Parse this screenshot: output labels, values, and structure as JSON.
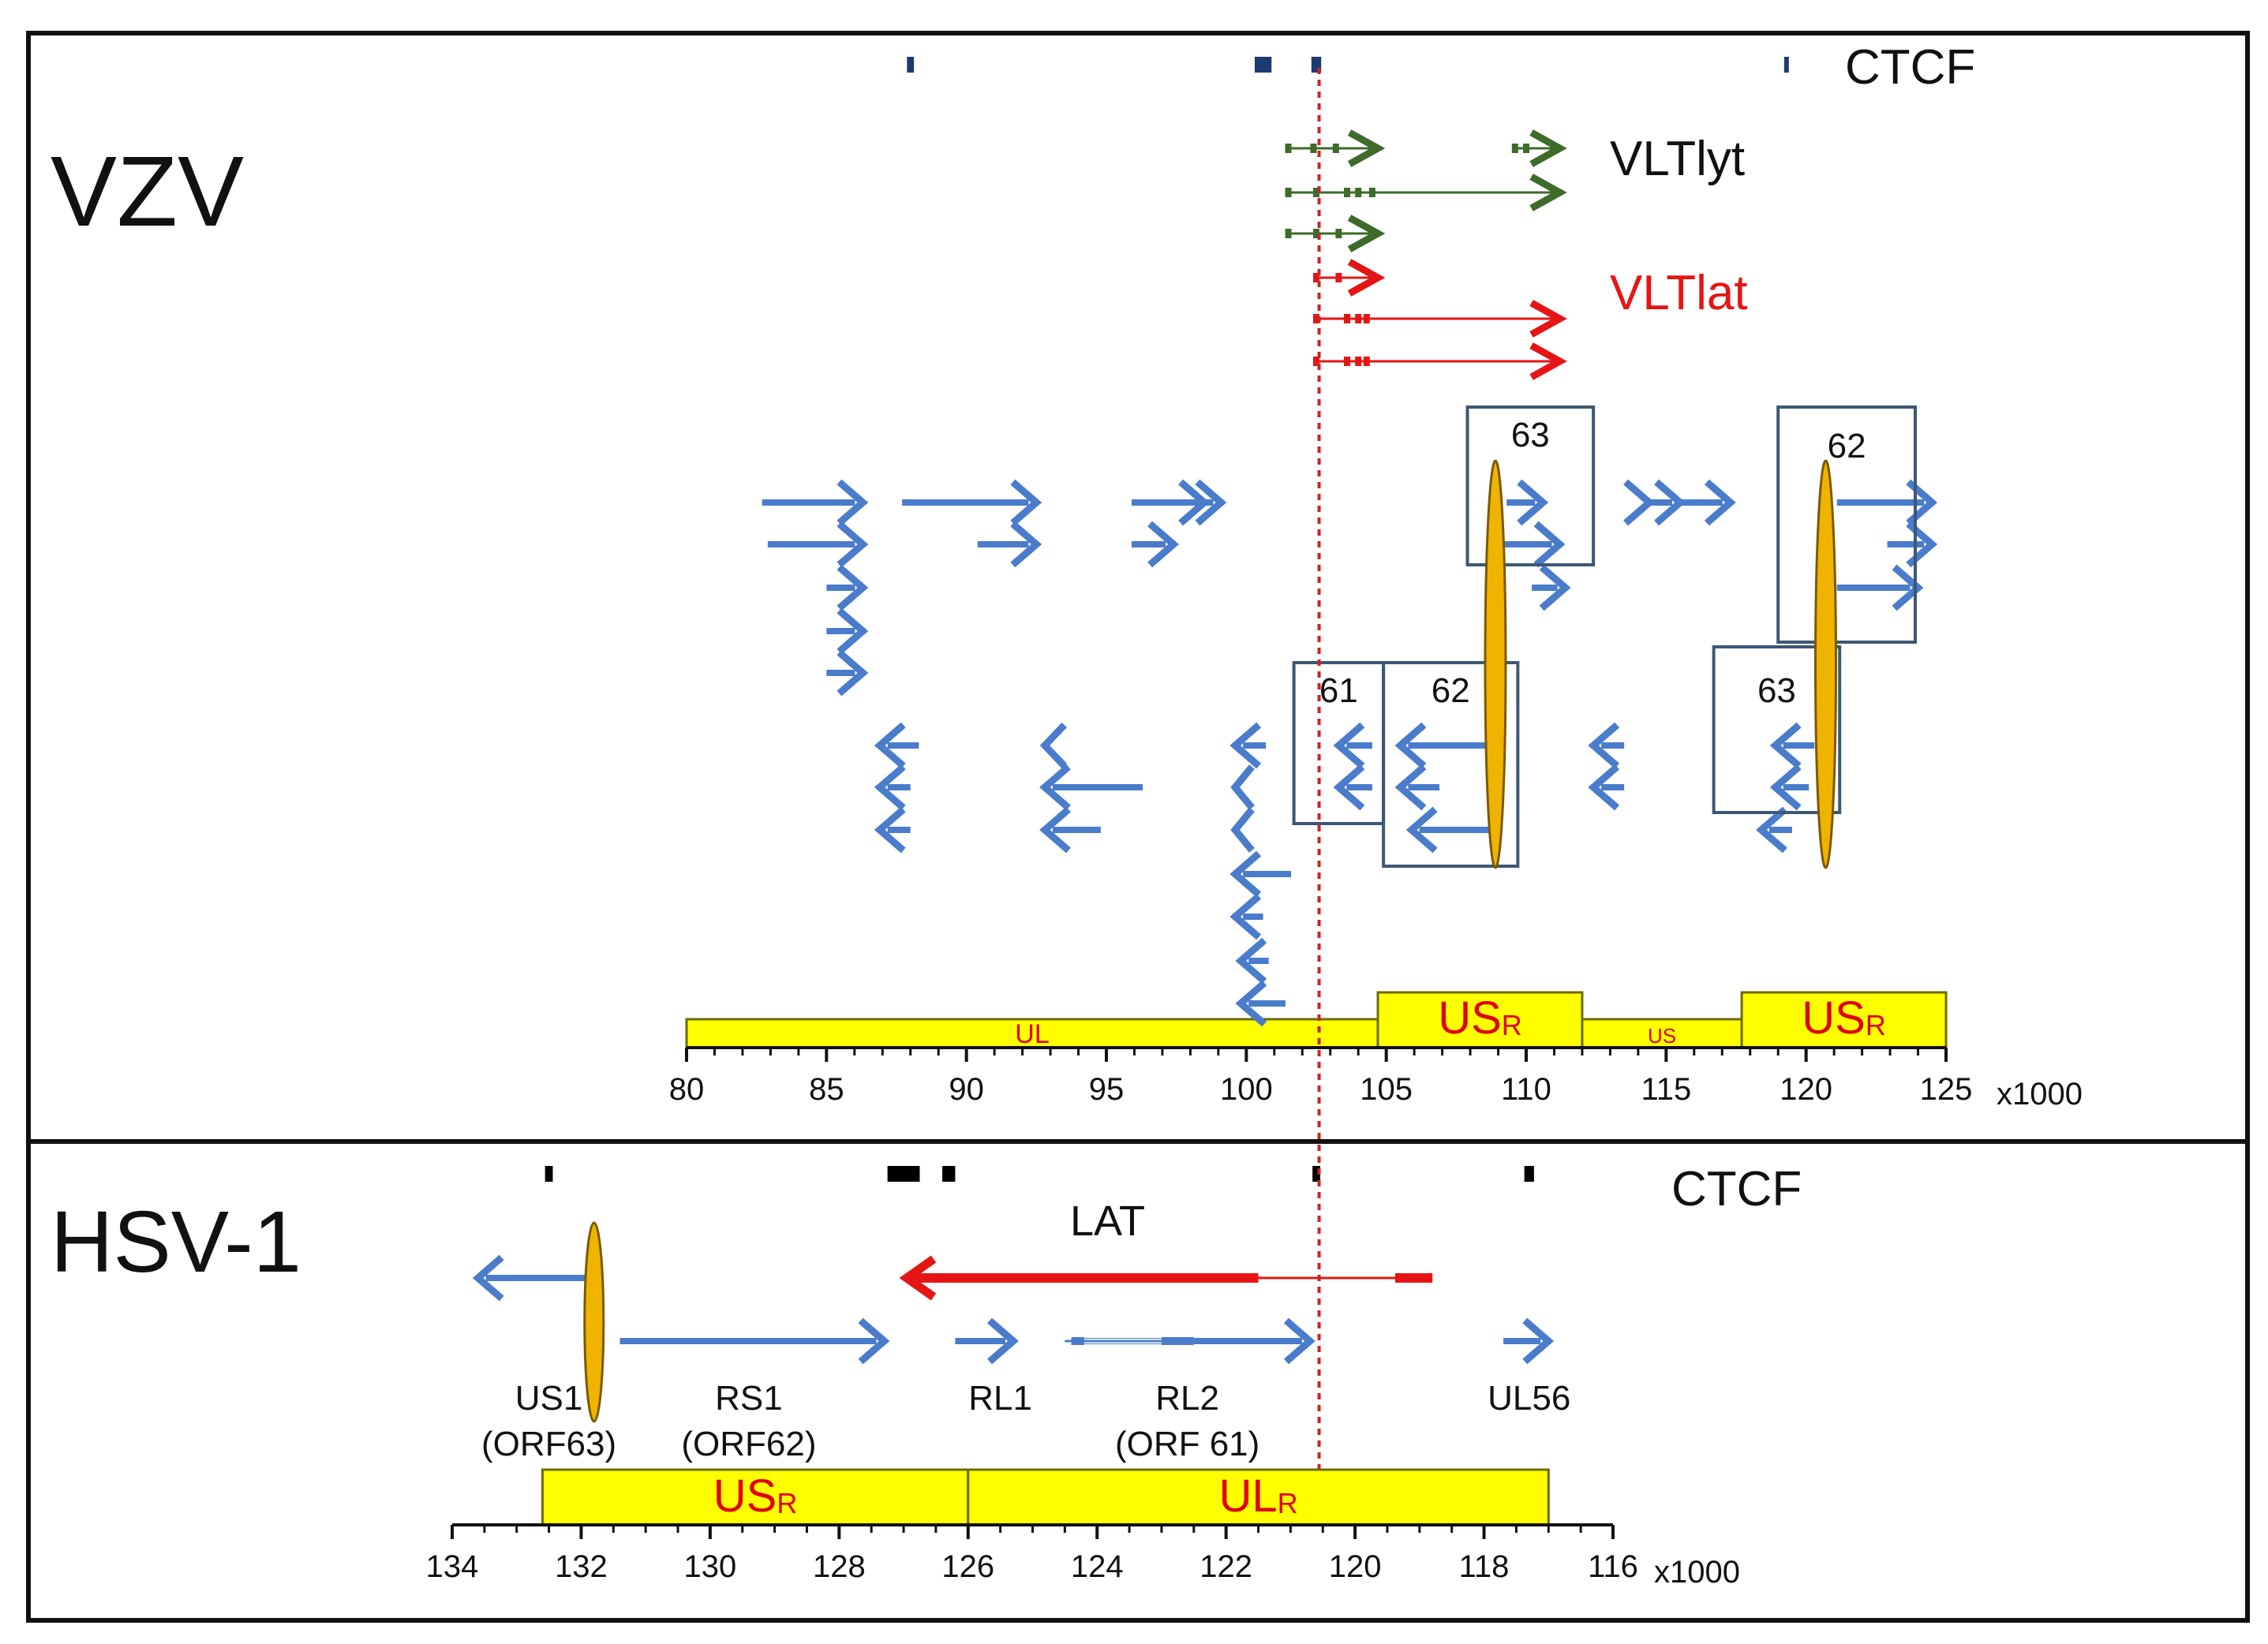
{
  "colors": {
    "frame": "#111111",
    "ctcf_vzv": "#1f3a73",
    "ctcf_hsv": "#000000",
    "lytic": "#3e6b2a",
    "latent": "#e51515",
    "gene": "#4a7ccb",
    "box": "#3d5775",
    "region_fill": "#ffff00",
    "region_stroke": "#6b6b00",
    "region_label": "#e00000",
    "oval_fill": "#f0b400",
    "oval_stroke": "#7a5a00",
    "divider": "#cc2222"
  },
  "vzv": {
    "title": "VZV",
    "ctcf_label": "CTCF",
    "ctcf_sites": [
      88.0,
      100.6,
      102.5,
      119.3
    ],
    "ctcf_widths": [
      0.25,
      0.6,
      0.35,
      0.12
    ],
    "vlt_lyt_label": "VLTlyt",
    "vlt_lat_label": "VLTlat",
    "vlt_lyt_transcripts": [
      {
        "start": 101.5,
        "end": 104.7,
        "exons": [
          101.5,
          102.4,
          103.2
        ]
      },
      {
        "start": 101.5,
        "end": 111.2,
        "exons": [
          101.5,
          102.5,
          103.6,
          104.0,
          104.5
        ]
      },
      {
        "start": 101.5,
        "end": 104.7,
        "exons": [
          101.5,
          102.5,
          103.3
        ]
      },
      {
        "start": 109.6,
        "end": 111.2,
        "exons": [
          109.6,
          110.0
        ]
      }
    ],
    "vlt_lat_transcripts": [
      {
        "start": 102.4,
        "end": 104.7,
        "exons": [
          102.5,
          103.3
        ]
      },
      {
        "start": 102.4,
        "end": 111.2,
        "exons": [
          102.5,
          103.6,
          104.0,
          104.3
        ]
      },
      {
        "start": 102.4,
        "end": 111.2,
        "exons": [
          102.5,
          103.6,
          104.0,
          104.3
        ]
      }
    ],
    "genes_forward": [
      {
        "start": 82.7,
        "end": 86.3,
        "row": 0
      },
      {
        "start": 82.9,
        "end": 86.3,
        "row": 1
      },
      {
        "start": 85.0,
        "end": 86.3,
        "row": 2
      },
      {
        "start": 85.0,
        "end": 86.3,
        "row": 3
      },
      {
        "start": 85.0,
        "end": 86.3,
        "row": 4
      },
      {
        "start": 87.7,
        "end": 92.5,
        "row": 0
      },
      {
        "start": 90.4,
        "end": 92.5,
        "row": 1
      },
      {
        "start": 95.9,
        "end": 98.5,
        "row": 0
      },
      {
        "start": 97.5,
        "end": 99.1,
        "row": 0
      },
      {
        "start": 95.9,
        "end": 97.4,
        "row": 1
      },
      {
        "start": 109.3,
        "end": 110.6,
        "row": 0
      },
      {
        "start": 109.0,
        "end": 111.2,
        "row": 1
      },
      {
        "start": 110.2,
        "end": 111.4,
        "row": 2
      },
      {
        "start": 113.5,
        "end": 114.4,
        "row": 0
      },
      {
        "start": 114.4,
        "end": 115.5,
        "row": 0
      },
      {
        "start": 115.5,
        "end": 117.3,
        "row": 0
      },
      {
        "start": 121.1,
        "end": 124.5,
        "row": 0
      },
      {
        "start": 122.9,
        "end": 124.5,
        "row": 1
      },
      {
        "start": 121.1,
        "end": 124.0,
        "row": 2
      }
    ],
    "genes_reverse": [
      {
        "start": 88.3,
        "end": 86.9,
        "row": 0
      },
      {
        "start": 88.0,
        "end": 86.9,
        "row": 1
      },
      {
        "start": 88.0,
        "end": 86.9,
        "row": 2
      },
      {
        "start": 93.5,
        "end": 92.8,
        "row": 0
      },
      {
        "start": 96.3,
        "end": 92.8,
        "row": 1
      },
      {
        "start": 94.8,
        "end": 92.8,
        "row": 2
      },
      {
        "start": 100.7,
        "end": 99.6,
        "row": 0
      },
      {
        "start": 100.2,
        "end": 99.6,
        "row": 1
      },
      {
        "start": 100.2,
        "end": 99.6,
        "row": 2
      },
      {
        "start": 101.6,
        "end": 99.6,
        "row": 3
      },
      {
        "start": 100.6,
        "end": 99.6,
        "row": 4
      },
      {
        "start": 100.8,
        "end": 99.8,
        "row": 5
      },
      {
        "start": 101.4,
        "end": 99.8,
        "row": 6
      },
      {
        "start": 104.5,
        "end": 103.3,
        "row": 0
      },
      {
        "start": 104.5,
        "end": 103.3,
        "row": 1
      },
      {
        "start": 109.0,
        "end": 105.5,
        "row": 0
      },
      {
        "start": 106.9,
        "end": 105.5,
        "row": 1
      },
      {
        "start": 109.0,
        "end": 105.9,
        "row": 2
      },
      {
        "start": 113.5,
        "end": 112.4,
        "row": 0
      },
      {
        "start": 113.5,
        "end": 112.4,
        "row": 1
      },
      {
        "start": 120.3,
        "end": 118.9,
        "row": 0
      },
      {
        "start": 120.1,
        "end": 118.9,
        "row": 1
      },
      {
        "start": 119.5,
        "end": 118.4,
        "row": 2
      }
    ],
    "boxes": [
      {
        "label": "63",
        "start": 107.9,
        "end": 112.4,
        "band": "forward"
      },
      {
        "label": "62",
        "start": 119.0,
        "end": 123.9,
        "band": "forward"
      },
      {
        "label": "61",
        "start": 101.7,
        "end": 104.9,
        "band": "reverse"
      },
      {
        "label": "62",
        "start": 104.9,
        "end": 109.7,
        "band": "reverse"
      },
      {
        "label": "63",
        "start": 116.7,
        "end": 121.2,
        "band": "reverse"
      }
    ],
    "ovals": [
      108.9,
      120.7
    ],
    "regions": [
      {
        "label": "UL",
        "start": 80.0,
        "end": 104.7,
        "tall": false
      },
      {
        "label": "US",
        "sub": "R",
        "start": 104.7,
        "end": 112.0,
        "tall": true
      },
      {
        "label": "US",
        "start": 112.0,
        "end": 117.7,
        "tall": false
      },
      {
        "label": "US",
        "sub": "R",
        "start": 117.7,
        "end": 125.0,
        "tall": true
      }
    ],
    "axis": {
      "min": 80,
      "max": 125,
      "major_ticks": [
        80,
        85,
        90,
        95,
        100,
        105,
        110,
        115,
        120,
        125
      ],
      "minor_step": 1,
      "tick_labels": [
        "80",
        "85",
        "90",
        "95",
        "100",
        "105",
        "110",
        "115",
        "120",
        "125"
      ],
      "unit_label": "x1000"
    },
    "divider_position": 102.6
  },
  "hsv": {
    "title": "HSV-1",
    "ctcf_label": "CTCF",
    "ctcf_sites": [
      132.5,
      127.0,
      126.3,
      120.6,
      117.3
    ],
    "ctcf_widths": [
      0.12,
      0.5,
      0.2,
      0.12,
      0.15
    ],
    "lat_label": "LAT",
    "lat_transcript": {
      "start": 118.8,
      "end": 127.0,
      "thick_segments": [
        [
          127.0,
          121.5
        ],
        [
          119.5,
          118.8
        ]
      ]
    },
    "genes_reverse": [
      {
        "start": 131.9,
        "end": 133.6
      }
    ],
    "genes_forward": [
      {
        "start": 131.4,
        "end": 127.3
      },
      {
        "start": 126.2,
        "end": 125.3
      },
      {
        "start": 124.2,
        "end": 120.7
      },
      {
        "start": 117.7,
        "end": 117.0
      }
    ],
    "rl2_exons": [
      [
        124.4,
        124.2
      ],
      [
        123.0,
        122.5
      ]
    ],
    "gene_labels": [
      {
        "name": "US1",
        "alias": "(ORF63)",
        "pos": 132.5
      },
      {
        "name": "RS1",
        "alias": "(ORF62)",
        "pos": 129.4
      },
      {
        "name": "RL1",
        "alias": "",
        "pos": 125.5
      },
      {
        "name": "RL2",
        "alias": "(ORF 61)",
        "pos": 122.6
      },
      {
        "name": "UL56",
        "alias": "",
        "pos": 117.3
      }
    ],
    "ovals": [
      131.8
    ],
    "regions": [
      {
        "label": "US",
        "sub": "R",
        "start": 132.6,
        "end": 126.0
      },
      {
        "label": "UL",
        "sub": "R",
        "start": 126.0,
        "end": 117.0
      }
    ],
    "axis": {
      "min": 134,
      "max": 116,
      "major_ticks": [
        134,
        132,
        130,
        128,
        126,
        124,
        122,
        120,
        118,
        116
      ],
      "minor_step": 0.5,
      "tick_labels": [
        "134",
        "132",
        "130",
        "128",
        "126",
        "124",
        "122",
        "120",
        "118",
        "116"
      ],
      "unit_label": "x1000"
    }
  }
}
